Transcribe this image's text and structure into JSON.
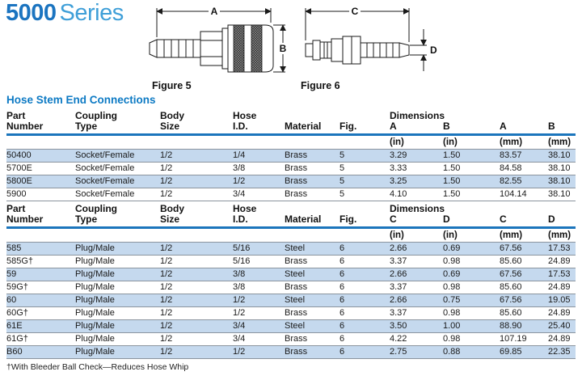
{
  "page": {
    "title": {
      "bold": "5000",
      "light": "Series"
    },
    "section_title": "Hose Stem End Connections",
    "footnote": "†With Bleeder Ball Check—Reduces Hose Whip"
  },
  "figures": [
    {
      "caption": "Figure 5",
      "dim_h": "A",
      "dim_v": "B"
    },
    {
      "caption": "Figure 6",
      "dim_h": "C",
      "dim_v": "D"
    }
  ],
  "tables": [
    {
      "header_row1": [
        "Part",
        "Coupling",
        "Body",
        "Hose",
        "",
        "",
        "Dimensions"
      ],
      "header_row2": [
        "Number",
        "Type",
        "Size",
        "I.D.",
        "Material",
        "Fig.",
        "A",
        "B",
        "A",
        "B"
      ],
      "units": [
        "",
        "",
        "",
        "",
        "",
        "",
        "(in)",
        "(in)",
        "(mm)",
        "(mm)"
      ],
      "rows": [
        [
          "50400",
          "Socket/Female",
          "1/2",
          "1/4",
          "Brass",
          "5",
          "3.29",
          "1.50",
          "83.57",
          "38.10"
        ],
        [
          "5700E",
          "Socket/Female",
          "1/2",
          "3/8",
          "Brass",
          "5",
          "3.33",
          "1.50",
          "84.58",
          "38.10"
        ],
        [
          "5800E",
          "Socket/Female",
          "1/2",
          "1/2",
          "Brass",
          "5",
          "3.25",
          "1.50",
          "82.55",
          "38.10"
        ],
        [
          "5900",
          "Socket/Female",
          "1/2",
          "3/4",
          "Brass",
          "5",
          "4.10",
          "1.50",
          "104.14",
          "38.10"
        ]
      ]
    },
    {
      "header_row1": [
        "Part",
        "Coupling",
        "Body",
        "Hose",
        "",
        "",
        "Dimensions"
      ],
      "header_row2": [
        "Number",
        "Type",
        "Size",
        "I.D.",
        "Material",
        "Fig.",
        "C",
        "D",
        "C",
        "D"
      ],
      "units": [
        "",
        "",
        "",
        "",
        "",
        "",
        "(in)",
        "(in)",
        "(mm)",
        "(mm)"
      ],
      "rows": [
        [
          "585",
          "Plug/Male",
          "1/2",
          "5/16",
          "Steel",
          "6",
          "2.66",
          "0.69",
          "67.56",
          "17.53"
        ],
        [
          "585G†",
          "Plug/Male",
          "1/2",
          "5/16",
          "Brass",
          "6",
          "3.37",
          "0.98",
          "85.60",
          "24.89"
        ],
        [
          "59",
          "Plug/Male",
          "1/2",
          "3/8",
          "Steel",
          "6",
          "2.66",
          "0.69",
          "67.56",
          "17.53"
        ],
        [
          "59G†",
          "Plug/Male",
          "1/2",
          "3/8",
          "Brass",
          "6",
          "3.37",
          "0.98",
          "85.60",
          "24.89"
        ],
        [
          "60",
          "Plug/Male",
          "1/2",
          "1/2",
          "Steel",
          "6",
          "2.66",
          "0.75",
          "67.56",
          "19.05"
        ],
        [
          "60G†",
          "Plug/Male",
          "1/2",
          "1/2",
          "Brass",
          "6",
          "3.37",
          "0.98",
          "85.60",
          "24.89"
        ],
        [
          "61E",
          "Plug/Male",
          "1/2",
          "3/4",
          "Steel",
          "6",
          "3.50",
          "1.00",
          "88.90",
          "25.40"
        ],
        [
          "61G†",
          "Plug/Male",
          "1/2",
          "3/4",
          "Brass",
          "6",
          "4.22",
          "0.98",
          "107.19",
          "24.89"
        ],
        [
          "B60",
          "Plug/Male",
          "1/2",
          "1/2",
          "Brass",
          "6",
          "2.75",
          "0.88",
          "69.85",
          "22.35"
        ]
      ]
    }
  ],
  "colors": {
    "accent_blue": "#1b75bc",
    "heading_blue": "#0d7ac4",
    "title_bold_blue": "#1b74c0",
    "title_light_blue": "#3f9fd8",
    "row_stripe_blue": "#c5d9ee"
  }
}
